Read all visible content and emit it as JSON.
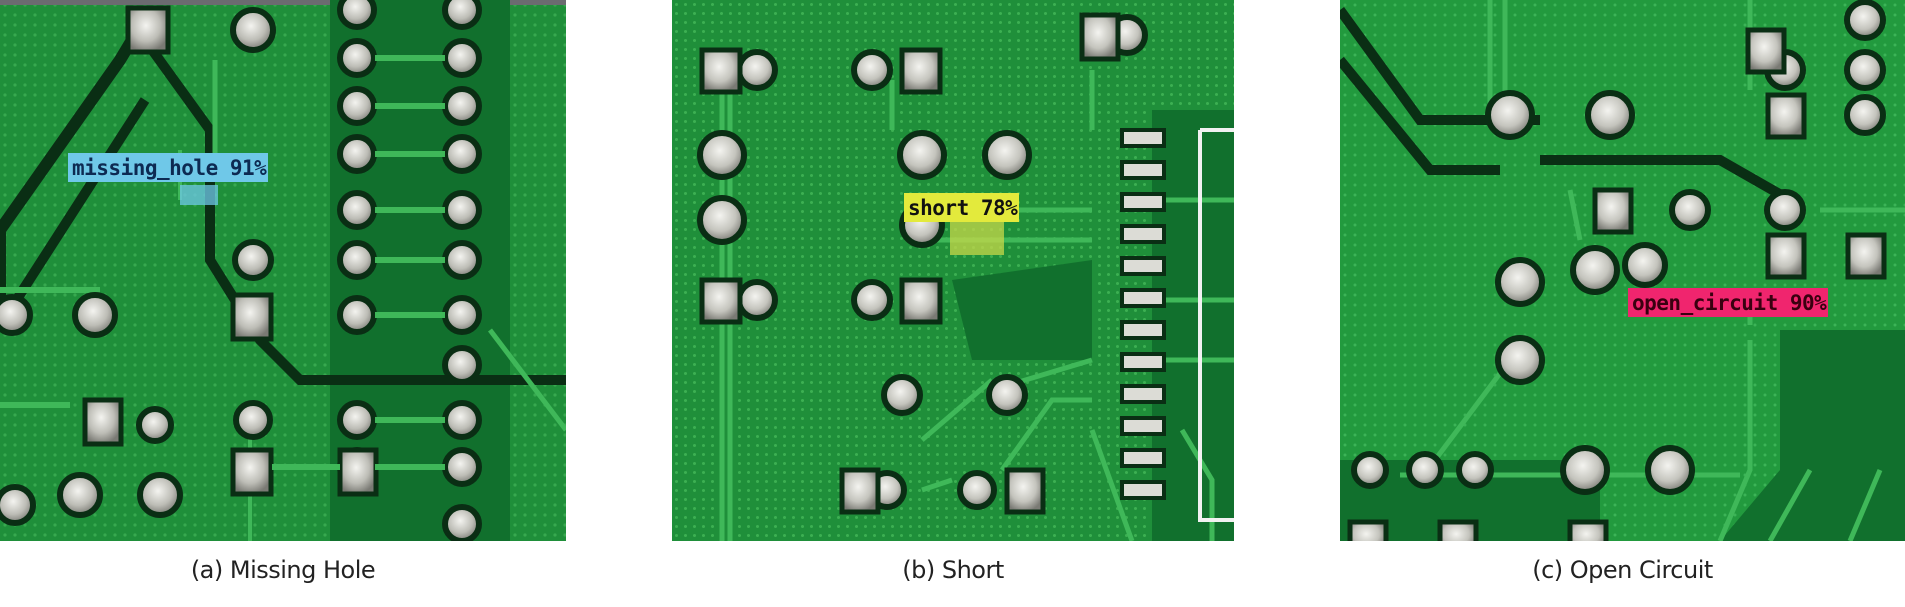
{
  "figure": {
    "panels": [
      {
        "id": "a",
        "caption": "(a) Missing Hole",
        "detection": {
          "label": "missing_hole 91%",
          "class": "missing_hole",
          "confidence": "91%",
          "color": "#6fc8e8",
          "text_color": "#0d2a52"
        }
      },
      {
        "id": "b",
        "caption": "(b) Short",
        "detection": {
          "label": "short 78%",
          "class": "short",
          "confidence": "78%",
          "color": "#e3ea3c",
          "text_color": "#111111"
        }
      },
      {
        "id": "c",
        "caption": "(c) Open Circuit",
        "detection": {
          "label": "open_circuit 90%",
          "class": "open_circuit",
          "confidence": "90%",
          "color": "#f0256e",
          "text_color": "#3a0010"
        }
      }
    ],
    "colors": {
      "board_green": "#1f8f3a",
      "board_dark": "#0f6a2a",
      "trace_light": "#3fb859",
      "mask_gap": "#0a2e14",
      "pad_silver": "#d6d6d0",
      "background": "#ffffff"
    }
  }
}
